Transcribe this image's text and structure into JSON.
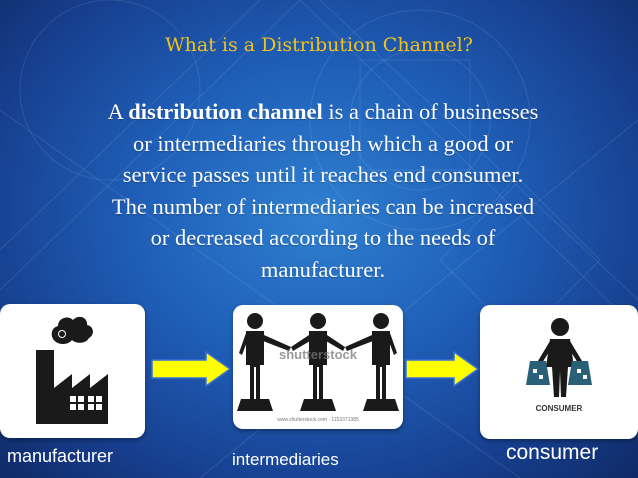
{
  "slide": {
    "title": "What is a Distribution Channel?",
    "body_lead": "A ",
    "body_bold": "distribution channel",
    "body_lines": [
      " is a chain of businesses",
      "or intermediaries through which a good or",
      "service passes until it reaches end consumer.",
      "The number of intermediaries can be increased",
      "or decreased according to the needs of",
      "manufacturer."
    ]
  },
  "flow": {
    "manufacturer_label": "manufacturer",
    "intermediaries_label": "intermediaries",
    "consumer_label": "consumer",
    "intermediaries_watermark": "shutterstock",
    "intermediaries_watermark_url": "www.shutterstock.com · 1153371385",
    "consumer_card_caption": "CONSUMER"
  },
  "colors": {
    "title": "#f2c21a",
    "arrow_fill": "#ffff00",
    "arrow_stroke": "#3a6fd8",
    "icon_dark": "#1a1a1a",
    "consumer_bags": "#2a5f78"
  }
}
